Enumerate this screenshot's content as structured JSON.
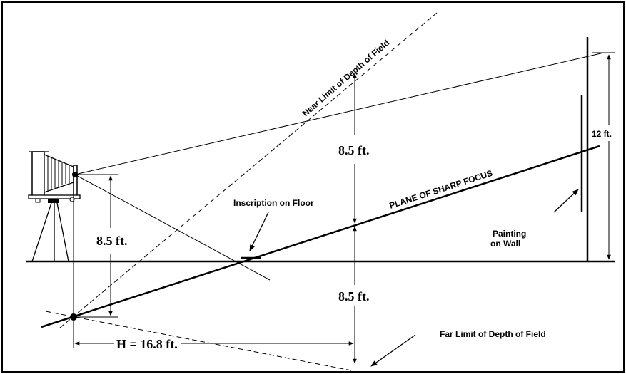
{
  "labels": {
    "near_limit": "Near Limit of Depth of Field",
    "far_limit": "Far Limit of Depth of Field",
    "plane_of_focus": "PLANE OF SHARP FOCUS",
    "inscription": "Inscription on Floor",
    "painting_line1": "Painting",
    "painting_line2": "on Wall",
    "wall_height": "12 ft.",
    "camera_height": "8.5 ft.",
    "upper_height": "8.5 ft.",
    "lower_height": "8.5 ft.",
    "hyperfocal": "H = 16.8 ft."
  }
}
